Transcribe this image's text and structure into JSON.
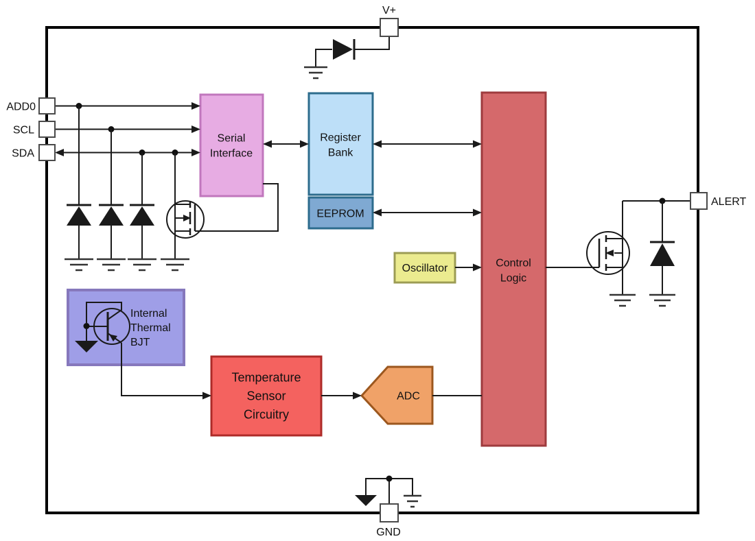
{
  "diagram": {
    "type": "ic-functional-block-diagram",
    "line_color": "#1a1a1a",
    "chip_border_color": "#000000",
    "pins": {
      "vplus": {
        "label": "V+"
      },
      "add0": {
        "label": "ADD0"
      },
      "scl": {
        "label": "SCL"
      },
      "sda": {
        "label": "SDA"
      },
      "alert": {
        "label": "ALERT"
      },
      "gnd": {
        "label": "GND"
      }
    },
    "blocks": {
      "serial_interface": {
        "lines": [
          "Serial",
          "Interface"
        ],
        "fill": "#E7ACE3",
        "stroke": "#C177BD"
      },
      "register_bank": {
        "lines": [
          "Register",
          "Bank"
        ],
        "fill": "#BDDFF8",
        "stroke": "#2D6C8D"
      },
      "eeprom": {
        "label": "EEPROM",
        "fill": "#7FA9D2",
        "stroke": "#2D6C8D"
      },
      "oscillator": {
        "label": "Oscillator",
        "fill": "#EBEB8F",
        "stroke": "#9C9C54"
      },
      "control_logic": {
        "lines": [
          "Control",
          "Logic"
        ],
        "fill": "#D5696B",
        "stroke": "#9E3B3E"
      },
      "thermal_bjt": {
        "lines": [
          "Internal",
          "Thermal",
          "BJT"
        ],
        "fill": "#9F9EE7",
        "stroke": "#8678BC"
      },
      "temp_sensor": {
        "lines": [
          "Temperature",
          "Sensor",
          "Circuitry"
        ],
        "fill": "#F4625F",
        "stroke": "#AE2B28"
      },
      "adc": {
        "label": "ADC",
        "fill": "#F0A268",
        "stroke": "#9C571E"
      }
    },
    "icons": [
      "esd-diode",
      "clamp-diode",
      "alert-clamp-diode",
      "nmos-transistor-left",
      "nmos-transistor-right",
      "pnp-bjt",
      "ground-symbol",
      "analog-ground-arrow",
      "junction-dot"
    ]
  }
}
